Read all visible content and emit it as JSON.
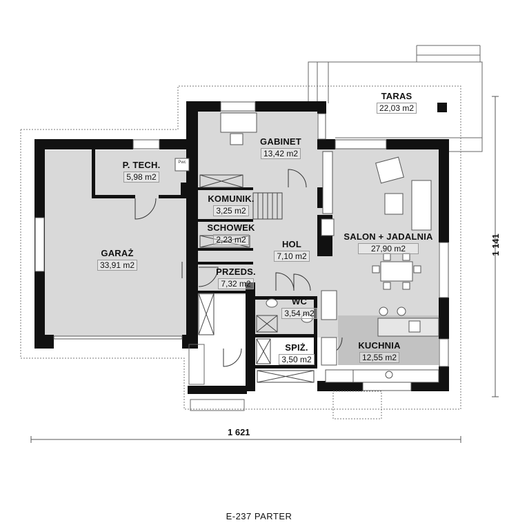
{
  "rooms": [
    {
      "key": "taras",
      "name": "TARAS",
      "area": "22,03 m2"
    },
    {
      "key": "gabinet",
      "name": "GABINET",
      "area": "13,42 m2"
    },
    {
      "key": "ptech",
      "name": "P. TECH.",
      "area": "5,98 m2"
    },
    {
      "key": "komunik",
      "name": "KOMUNIK.",
      "area": "3,25 m2"
    },
    {
      "key": "schowek",
      "name": "SCHOWEK",
      "area": "2,23 m2"
    },
    {
      "key": "hol",
      "name": "HOL",
      "area": "7,10 m2"
    },
    {
      "key": "garaz",
      "name": "GARAŻ",
      "area": "33,91 m2"
    },
    {
      "key": "przeds",
      "name": "PRZEDS.",
      "area": "7,32 m2"
    },
    {
      "key": "salon",
      "name": "SALON + JADALNIA",
      "area": "27,90 m2"
    },
    {
      "key": "wc",
      "name": "WC",
      "area": "3,54 m2"
    },
    {
      "key": "spiz",
      "name": "SPIŻ.",
      "area": "3,50 m2"
    },
    {
      "key": "kuchnia",
      "name": "KUCHNIA",
      "area": "12,55 m2"
    }
  ],
  "equipment_label": "Pwc",
  "dimensions": {
    "width": "1 621",
    "depth": "1 141"
  },
  "caption": "E-237 PARTER"
}
